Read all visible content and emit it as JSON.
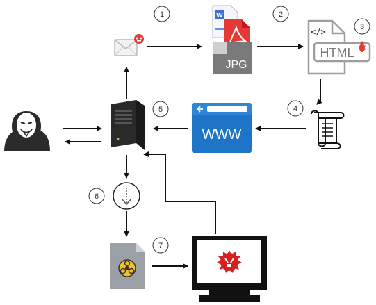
{
  "steps": [
    {
      "id": "1",
      "node": "email"
    },
    {
      "id": "2",
      "node": "documents"
    },
    {
      "id": "3",
      "node": "html-file"
    },
    {
      "id": "4",
      "node": "script-scroll"
    },
    {
      "id": "5",
      "node": "server"
    },
    {
      "id": "6",
      "node": "download"
    },
    {
      "id": "7",
      "node": "malware-file"
    }
  ],
  "labels": {
    "jpg": "JPG",
    "html_code": "</>",
    "html_text": "HTML",
    "www": "WWW"
  },
  "colors": {
    "email_badge": "#e53935",
    "word_blue": "#3d6fd6",
    "pdf_red": "#e53935",
    "jpg_gray": "#7a7a7a",
    "www_blue": "#1e74c6",
    "hazard_yellow": "#f2c029",
    "malware_red": "#d62020",
    "html_outline": "#9e9e9e"
  },
  "icons": {
    "email": "envelope-icon",
    "documents": "document-stack-icon",
    "html": "html-file-icon",
    "scroll": "scroll-icon",
    "www": "browser-www-icon",
    "server": "server-tower-icon",
    "hacker": "hacker-mask-icon",
    "download": "download-arrow-icon",
    "malware_file": "biohazard-file-icon",
    "monitor": "infected-monitor-icon"
  }
}
